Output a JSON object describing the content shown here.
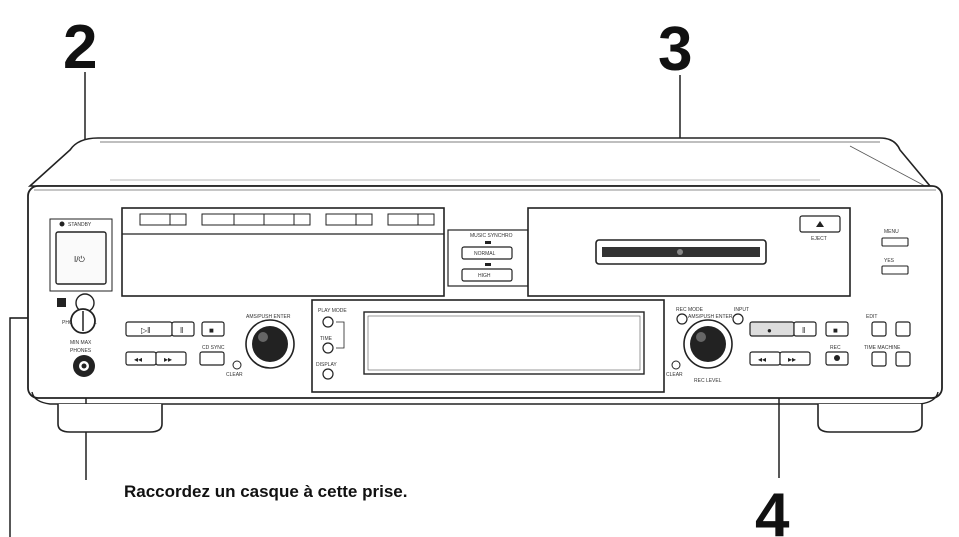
{
  "callouts": {
    "c2": "2",
    "c3": "3",
    "c4": "4"
  },
  "caption": "Raccordez un casque à cette prise.",
  "labels": {
    "standby": "STANDBY",
    "power_symbol": "I/⏻",
    "phone_level": "PHONE LEVEL",
    "phones": "PHONES",
    "min_max": "MIN MAX",
    "play_mode": "PLAY MODE",
    "time": "TIME",
    "display": "DISPLAY",
    "music_synchro": "MUSIC SYNCHRO",
    "normal": "NORMAL",
    "high": "HIGH",
    "amsd": "AMS/PUSH ENTER",
    "rec_level": "REC LEVEL",
    "eject": "EJECT",
    "rec": "REC",
    "rec_mode": "REC MODE",
    "input": "INPUT",
    "menu": "MENU",
    "yes": "YES",
    "clear": "CLEAR",
    "time_machine": "TIME MACHINE",
    "cd_sync": "CD SYNC",
    "edit": "EDIT"
  },
  "button_glyphs": {
    "play_pause": "▷‖",
    "pause": "‖",
    "stop": "■",
    "rew": "◂◂",
    "ff": "▸▸",
    "rec_dot": "●"
  }
}
